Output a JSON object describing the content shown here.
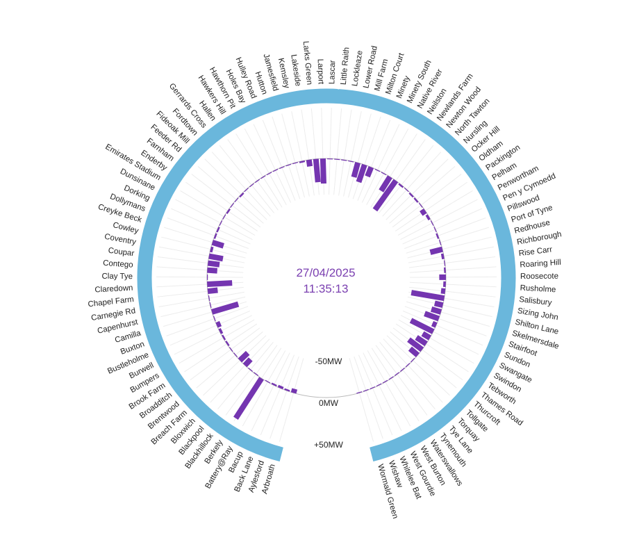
{
  "colors": {
    "band": "#6ab7dc",
    "bar": "#7435b0",
    "grid": "#ececec",
    "zero_circle": "#b8b8b8",
    "center_text": "#7a3fb0"
  },
  "center": {
    "date": "27/04/2025",
    "time": "11:35:13"
  },
  "scale_labels": [
    "-50MW",
    "0MW",
    "+50MW"
  ],
  "chart_data": {
    "type": "radial-bar",
    "band": "Battery",
    "unit": "MW",
    "note": "negative = inward (charging), positive = outward",
    "rlim": [
      -100,
      60
    ],
    "sites": [
      "Arbroath",
      "Aylesford",
      "Back Lane",
      "Bacup",
      "Battery@Ray",
      "Berkely",
      "Blackhillock",
      "Blackpool",
      "Bloxwich",
      "Breach Farm",
      "Brentwood",
      "Broadditch",
      "Brook Farm",
      "Bumpers",
      "Burwell",
      "Bustleholme",
      "Buxton",
      "Camilla",
      "Capenhurst",
      "Carnegie Rd",
      "Chapel Farm",
      "Claredown",
      "Clay Tye",
      "Contego",
      "Coupar",
      "Coventry",
      "Cowley",
      "Creyke Beck",
      "Dollymans",
      "Dorking",
      "Dunsinane",
      "Emirates Stadium",
      "Enderby",
      "Farnham",
      "Feeder Rd",
      "Fideoak Mill",
      "Fordtown",
      "Gerrards Cross",
      "Hallen",
      "Hawkers Hill",
      "Hawthorn Pit",
      "Holes Bay",
      "Hulley Road",
      "Hutton",
      "Jamesfield",
      "Kemsley",
      "Lakeside",
      "Larks Green",
      "Larport",
      "Lascar",
      "Little Raith",
      "Lockleaze",
      "Lower Road",
      "Mill Farm",
      "Milton Court",
      "Minety",
      "Minety South",
      "Native River",
      "Neilston",
      "Newlands Farm",
      "Newton Wood",
      "North Tawton",
      "Nursling",
      "Ocker Hill",
      "Oldham",
      "Packington",
      "Pelham",
      "Penwortham",
      "Pen y Cymoedd",
      "Pillswood",
      "Port of Tyne",
      "Redhouse",
      "Richborough",
      "Rise Carr",
      "Roaring Hill",
      "Roosecote",
      "Rusholme",
      "Salisbury",
      "Sizing John",
      "Shilton Lane",
      "Skelmersdale",
      "Stairfoot",
      "Sundon",
      "Swangate",
      "Swindon",
      "Tebworth",
      "Thames Road",
      "Thurcroft",
      "Tollgate",
      "Torquay",
      "Tye Lane",
      "Tynemouth",
      "Waterswallows",
      "West Burton",
      "West Gourdie",
      "Whitelee Bat",
      "Wishaw",
      "Wormald Green"
    ],
    "values": [
      -5,
      -2,
      -3,
      -2,
      -1,
      57,
      -1,
      -1,
      -10,
      -13,
      -1,
      -1,
      -2,
      -2,
      -3,
      -5,
      -1,
      -33,
      -1,
      -1,
      -12,
      -30,
      -1,
      -12,
      -14,
      -17,
      -3,
      -14,
      -2,
      -2,
      -1,
      -1,
      -2,
      -1,
      -1,
      -2,
      -1,
      -1,
      -1,
      -1,
      -1,
      -1,
      -1,
      -1,
      -1,
      -2,
      -8,
      -28,
      -30,
      -1,
      -1,
      -1,
      -1,
      -18,
      -22,
      -12,
      -1,
      -1,
      -20,
      -43,
      -2,
      -1,
      -2,
      -2,
      -1,
      -6,
      -3,
      -1,
      -1,
      -2,
      -1,
      -15,
      -3,
      -1,
      -2,
      -8,
      -3,
      -5,
      -40,
      -10,
      -12,
      -18,
      -5,
      -30,
      -10,
      -14,
      -20,
      -12,
      -1,
      -1,
      -1,
      -1,
      -1,
      -1,
      -1,
      -1,
      -1,
      -1
    ]
  }
}
